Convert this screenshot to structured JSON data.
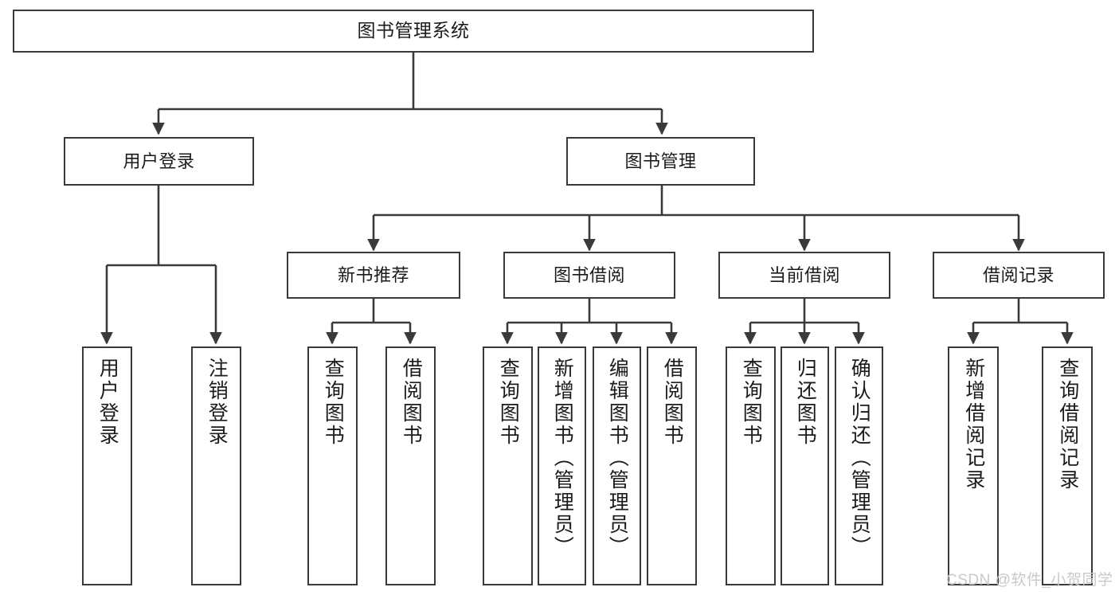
{
  "diagram": {
    "title": "图书管理系统",
    "type": "functional-decomposition-tree",
    "stroke_color": "#3a3a3a",
    "background_color": "#ffffff",
    "text_color": "#1b1b1b"
  },
  "nodes": {
    "root": {
      "label": "图书管理系统"
    },
    "level1": [
      {
        "label": "用户登录"
      },
      {
        "label": "图书管理"
      }
    ],
    "level2": [
      {
        "label": "新书推荐"
      },
      {
        "label": "图书借阅"
      },
      {
        "label": "当前借阅"
      },
      {
        "label": "借阅记录"
      }
    ],
    "leaves": {
      "user_login": [
        {
          "label": "用户登录"
        },
        {
          "label": "注销登录"
        }
      ],
      "new_book": [
        {
          "label": "查询图书"
        },
        {
          "label": "借阅图书"
        }
      ],
      "book_borrow": [
        {
          "label": "查询图书"
        },
        {
          "label": "新增图书（管理员）"
        },
        {
          "label": "编辑图书（管理员）"
        },
        {
          "label": "借阅图书"
        }
      ],
      "current_borrow": [
        {
          "label": "查询图书"
        },
        {
          "label": "归还图书"
        },
        {
          "label": "确认归还（管理员）"
        }
      ],
      "borrow_record": [
        {
          "label": "新增借阅记录"
        },
        {
          "label": "查询借阅记录"
        }
      ]
    }
  },
  "watermark": {
    "text": "CSDN @软件_小贺同学",
    "color": "#c9c9c9"
  }
}
